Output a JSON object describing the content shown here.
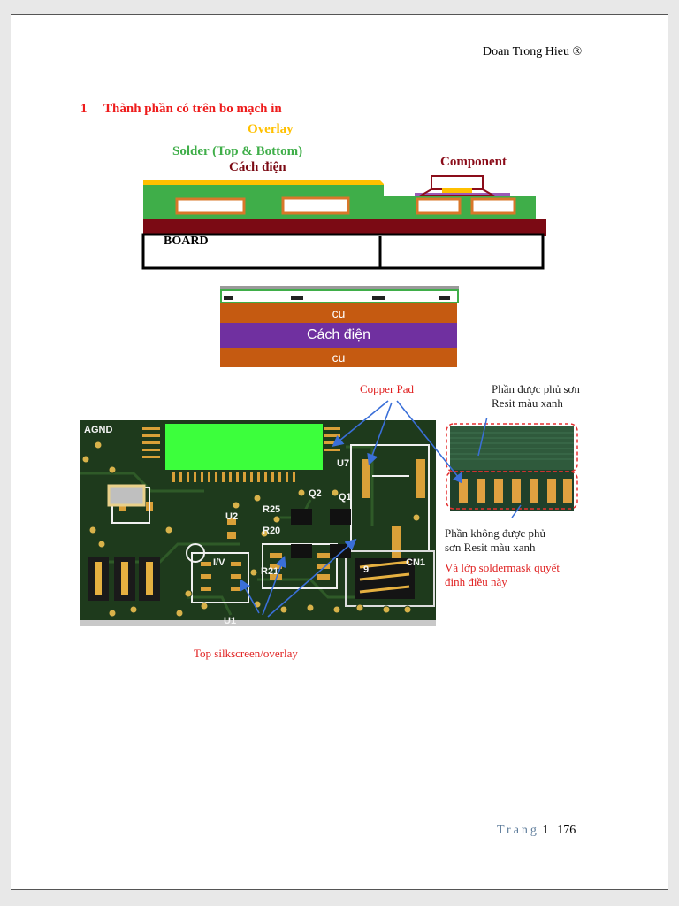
{
  "author": "Doan Trong Hieu ®",
  "section": {
    "number": "1",
    "title": "Thành phần có trên bo mạch in"
  },
  "diagram1": {
    "overlay_label": "Overlay",
    "solder_label": "Solder (Top & Bottom)",
    "insulation_label": "Cách điện",
    "component_label": "Component",
    "board_label": "BOARD"
  },
  "stack": {
    "top_label": "cu",
    "middle_label": "Cách điện",
    "bottom_label": "cu"
  },
  "photo": {
    "copper_pad_label": "Copper Pad",
    "covered_label_line1": "Phần được phủ sơn",
    "covered_label_line2": "Resit màu xanh",
    "uncovered_label_line1": "Phần không được phủ",
    "uncovered_label_line2": "sơn Resit màu xanh",
    "note_line1": "Và lớp soldermask quyết",
    "note_line2": "định điều này",
    "silkscreen_label": "Top silkscreen/overlay",
    "pcb_text": {
      "agnd": "AGND",
      "u7": "U7",
      "q2": "Q2",
      "q1": "Q1",
      "u2": "U2",
      "r25": "R25",
      "r20": "R20",
      "r21": "R21",
      "u1": "U1",
      "cn1": "CN1",
      "io": "I/V",
      "nine": "9"
    }
  },
  "footer": {
    "trang": "Trang",
    "page": "1",
    "total": "176"
  },
  "colors": {
    "heading_red": "#ee1c1c",
    "overlay_yellow": "#ffc000",
    "solder_green": "#3fae49",
    "board_maroon": "#7b0a14",
    "copper_orange": "#c55a11",
    "insulation_purple": "#7030a0"
  }
}
